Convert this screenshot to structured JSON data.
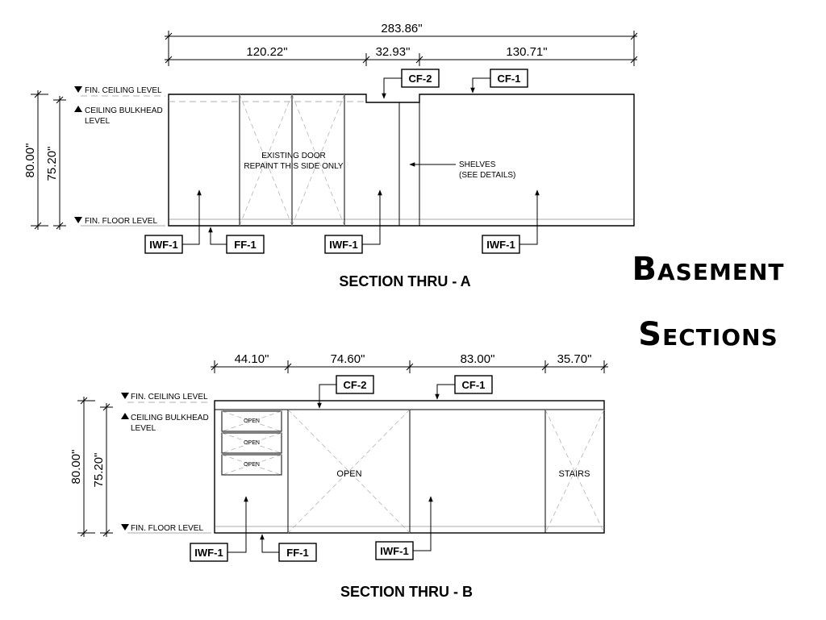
{
  "title": {
    "line1": "Basement",
    "line2": "Sections"
  },
  "section_a": {
    "heading": "SECTION THRU - A",
    "overall_dim": "283.86\"",
    "dims": [
      "120.22\"",
      "32.93\"",
      "130.71\""
    ],
    "height_outer": "80.00\"",
    "height_inner": "75.20\"",
    "levels": {
      "ceiling": "FIN. CEILING LEVEL",
      "bulkhead_1": "CEILING BULKHEAD",
      "bulkhead_2": "LEVEL",
      "floor": "FIN. FLOOR LEVEL"
    },
    "door_note_1": "EXISTING DOOR",
    "door_note_2": "REPAINT THIS SIDE ONLY",
    "shelves_note_1": "SHELVES",
    "shelves_note_2": "(SEE DETAILS)",
    "tags": {
      "cf2": "CF-2",
      "cf1": "CF-1",
      "iwf_left": "IWF-1",
      "ff": "FF-1",
      "iwf_mid": "IWF-1",
      "iwf_right": "IWF-1"
    }
  },
  "section_b": {
    "heading": "SECTION THRU - B",
    "dims": [
      "44.10\"",
      "74.60\"",
      "83.00\"",
      "35.70\""
    ],
    "height_outer": "80.00\"",
    "height_inner": "75.20\"",
    "levels": {
      "ceiling": "FIN. CEILING LEVEL",
      "bulkhead_1": "CEILING BULKHEAD",
      "bulkhead_2": "LEVEL",
      "floor": "FIN. FLOOR LEVEL"
    },
    "shelf_labels": [
      "OPEN",
      "OPEN",
      "OPEN"
    ],
    "open_label": "OPEN",
    "stairs_label": "STAIRS",
    "tags": {
      "cf2": "CF-2",
      "cf1": "CF-1",
      "iwf_left": "IWF-1",
      "ff": "FF-1",
      "iwf_mid": "IWF-1"
    }
  }
}
